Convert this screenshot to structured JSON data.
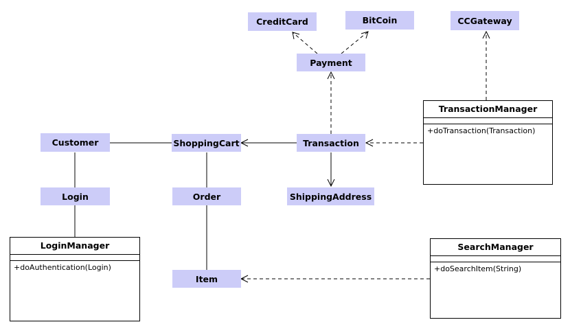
{
  "classes": {
    "credit_card": "CreditCard",
    "bitcoin": "BitCoin",
    "cc_gateway": "CCGateway",
    "payment": "Payment",
    "customer": "Customer",
    "shopping_cart": "ShoppingCart",
    "transaction": "Transaction",
    "login": "Login",
    "order": "Order",
    "shipping_address": "ShippingAddress",
    "item": "Item"
  },
  "managers": {
    "transaction_manager": {
      "name": "TransactionManager",
      "operation": "+doTransaction(Transaction)"
    },
    "login_manager": {
      "name": "LoginManager",
      "operation": "+doAuthentication(Login)"
    },
    "search_manager": {
      "name": "SearchManager",
      "operation": "+doSearchItem(String)"
    }
  },
  "colors": {
    "class_fill": "#ccccf8",
    "line": "#000000"
  }
}
